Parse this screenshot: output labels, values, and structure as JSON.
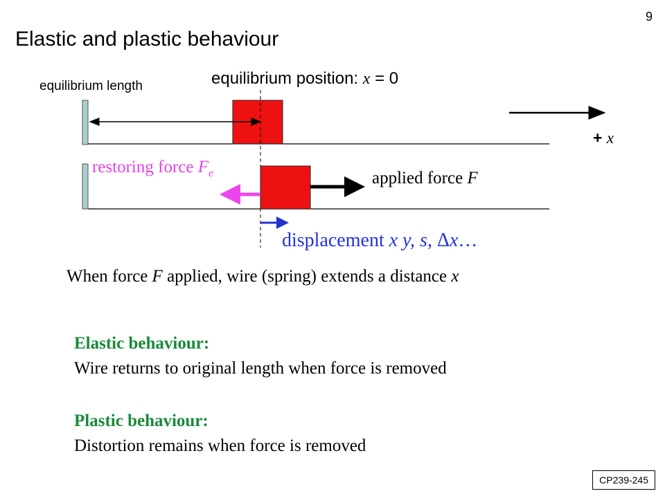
{
  "slide": {
    "number": "9",
    "title": "Elastic and plastic behaviour",
    "course_code": "CP239-245"
  },
  "diagram": {
    "equilibrium_length_label": "equilibrium length",
    "equilibrium_position": {
      "prefix": "equilibrium position: ",
      "var": "x",
      "suffix": " = 0"
    },
    "axis": {
      "sign": "+ ",
      "var": "x"
    },
    "restoring_force": {
      "text": "restoring force ",
      "var": "F",
      "sub": "e"
    },
    "applied_force": {
      "text": "applied force ",
      "var": "F"
    },
    "displacement": {
      "text": "displacement ",
      "vars": "x y, s, ",
      "delta": "Δ",
      "delta_var": "x",
      "ellipsis": "…"
    },
    "colors": {
      "block": "#ee1111",
      "wall": "#a9cfd0",
      "restoring_arrow": "#ee44ee",
      "displacement_arrow": "#2233cc",
      "force_arrow": "#000000"
    }
  },
  "statement": {
    "p1": "When force ",
    "v1": "F",
    "p2": " applied, wire (spring) extends a distance ",
    "v2": "x"
  },
  "elastic": {
    "heading": "Elastic behaviour:",
    "text": "Wire returns to original length when force is removed"
  },
  "plastic": {
    "heading": "Plastic behaviour:",
    "text": "Distortion remains when force is removed"
  }
}
